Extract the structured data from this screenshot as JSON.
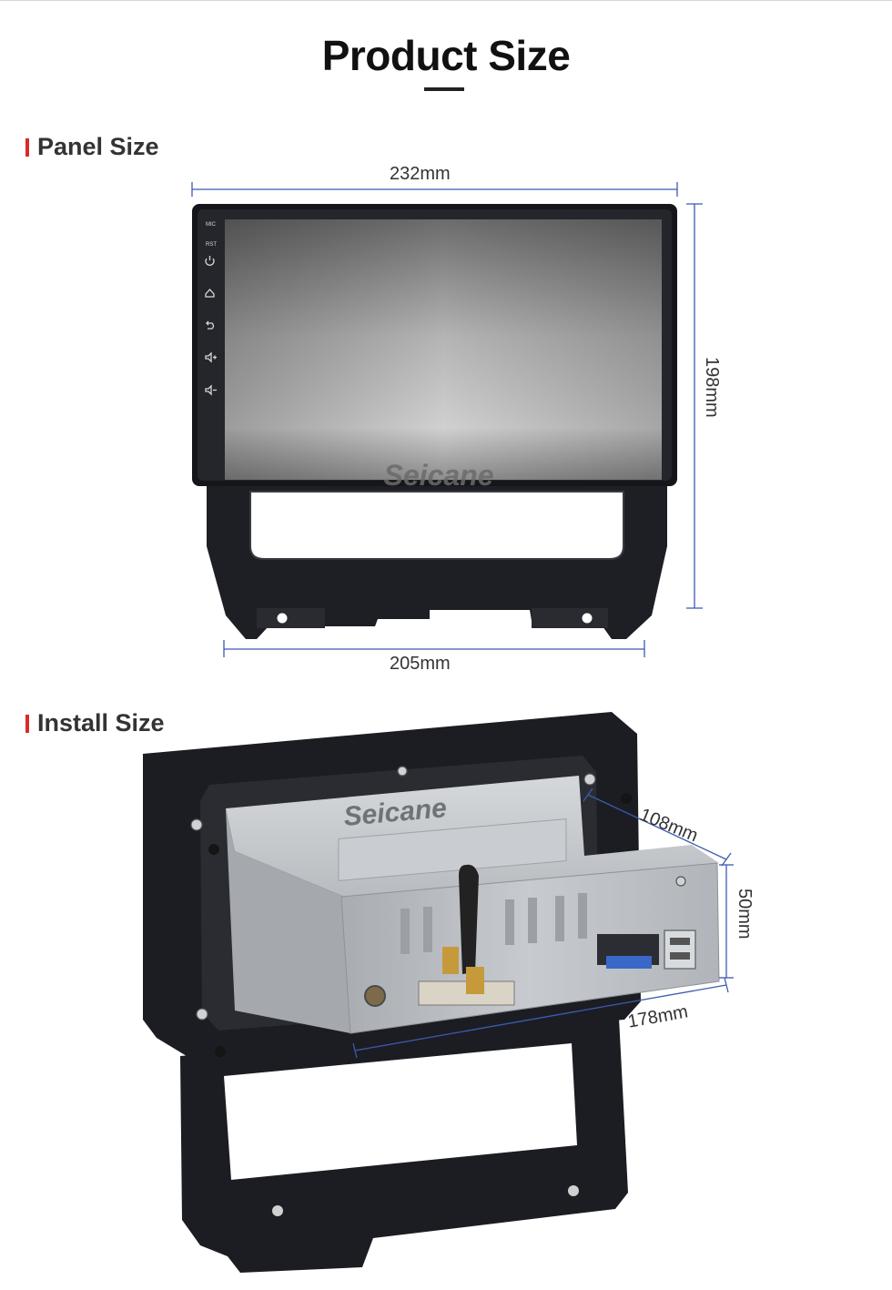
{
  "page": {
    "title": "Product Size"
  },
  "panel_section": {
    "heading": "Panel Size",
    "width_top": "232mm",
    "height_right": "198mm",
    "width_bottom": "205mm",
    "brand_watermark": "Seicane",
    "buttons": [
      {
        "label": "MIC",
        "icon": "mic-label"
      },
      {
        "label": "RST",
        "icon": "reset-label"
      },
      {
        "icon": "power-icon"
      },
      {
        "icon": "home-icon"
      },
      {
        "icon": "back-icon"
      },
      {
        "icon": "volume-up-icon"
      },
      {
        "icon": "volume-down-icon"
      }
    ]
  },
  "install_section": {
    "heading": "Install Size",
    "depth_top": "108mm",
    "height_side": "50mm",
    "width_bottom": "178mm",
    "brand_label": "Seicane"
  },
  "colors": {
    "accent_red": "#d92b2b",
    "dimension_line": "#3b5bb0",
    "frame_dark": "#1c1d22",
    "chassis_metal": "#b9bdc2"
  }
}
